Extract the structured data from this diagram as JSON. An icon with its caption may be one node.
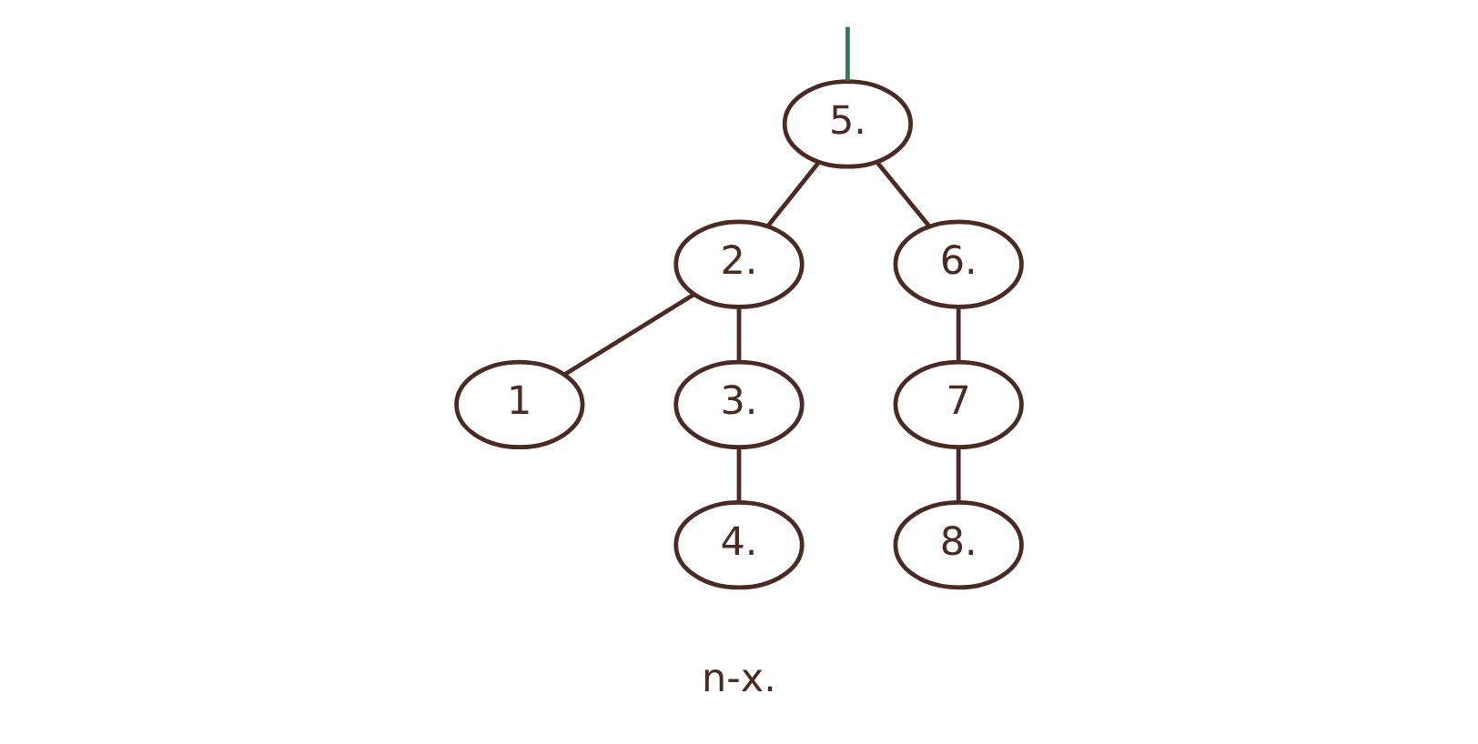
{
  "diagram": {
    "nodes": [
      {
        "text": [
          "5."
        ]
      },
      {
        "text": [
          "2."
        ]
      },
      {
        "text": [
          "6."
        ]
      },
      {
        "text": [
          "1"
        ]
      },
      {
        "text": [
          "3."
        ]
      },
      {
        "text": [
          "7"
        ]
      },
      {
        "text": [
          "4."
        ]
      },
      {
        "text": [
          "8."
        ]
      }
    ],
    "edges": [
      {
        "from": null,
        "to": 0,
        "arrow": "none",
        "color": "#2e7d4f"
      },
      {
        "from": 0,
        "to": 1,
        "arrow": "none"
      },
      {
        "from": 0,
        "to": 2,
        "arrow": "none"
      },
      {
        "from": 1,
        "to": 3,
        "arrow": "none"
      },
      {
        "from": 1,
        "to": 4,
        "arrow": "none"
      },
      {
        "from": 2,
        "to": 5,
        "arrow": "none"
      },
      {
        "from": 4,
        "to": 6,
        "arrow": "none"
      },
      {
        "from": 5,
        "to": 7,
        "arrow": "none"
      }
    ],
    "labels": [
      "n-x."
    ]
  }
}
